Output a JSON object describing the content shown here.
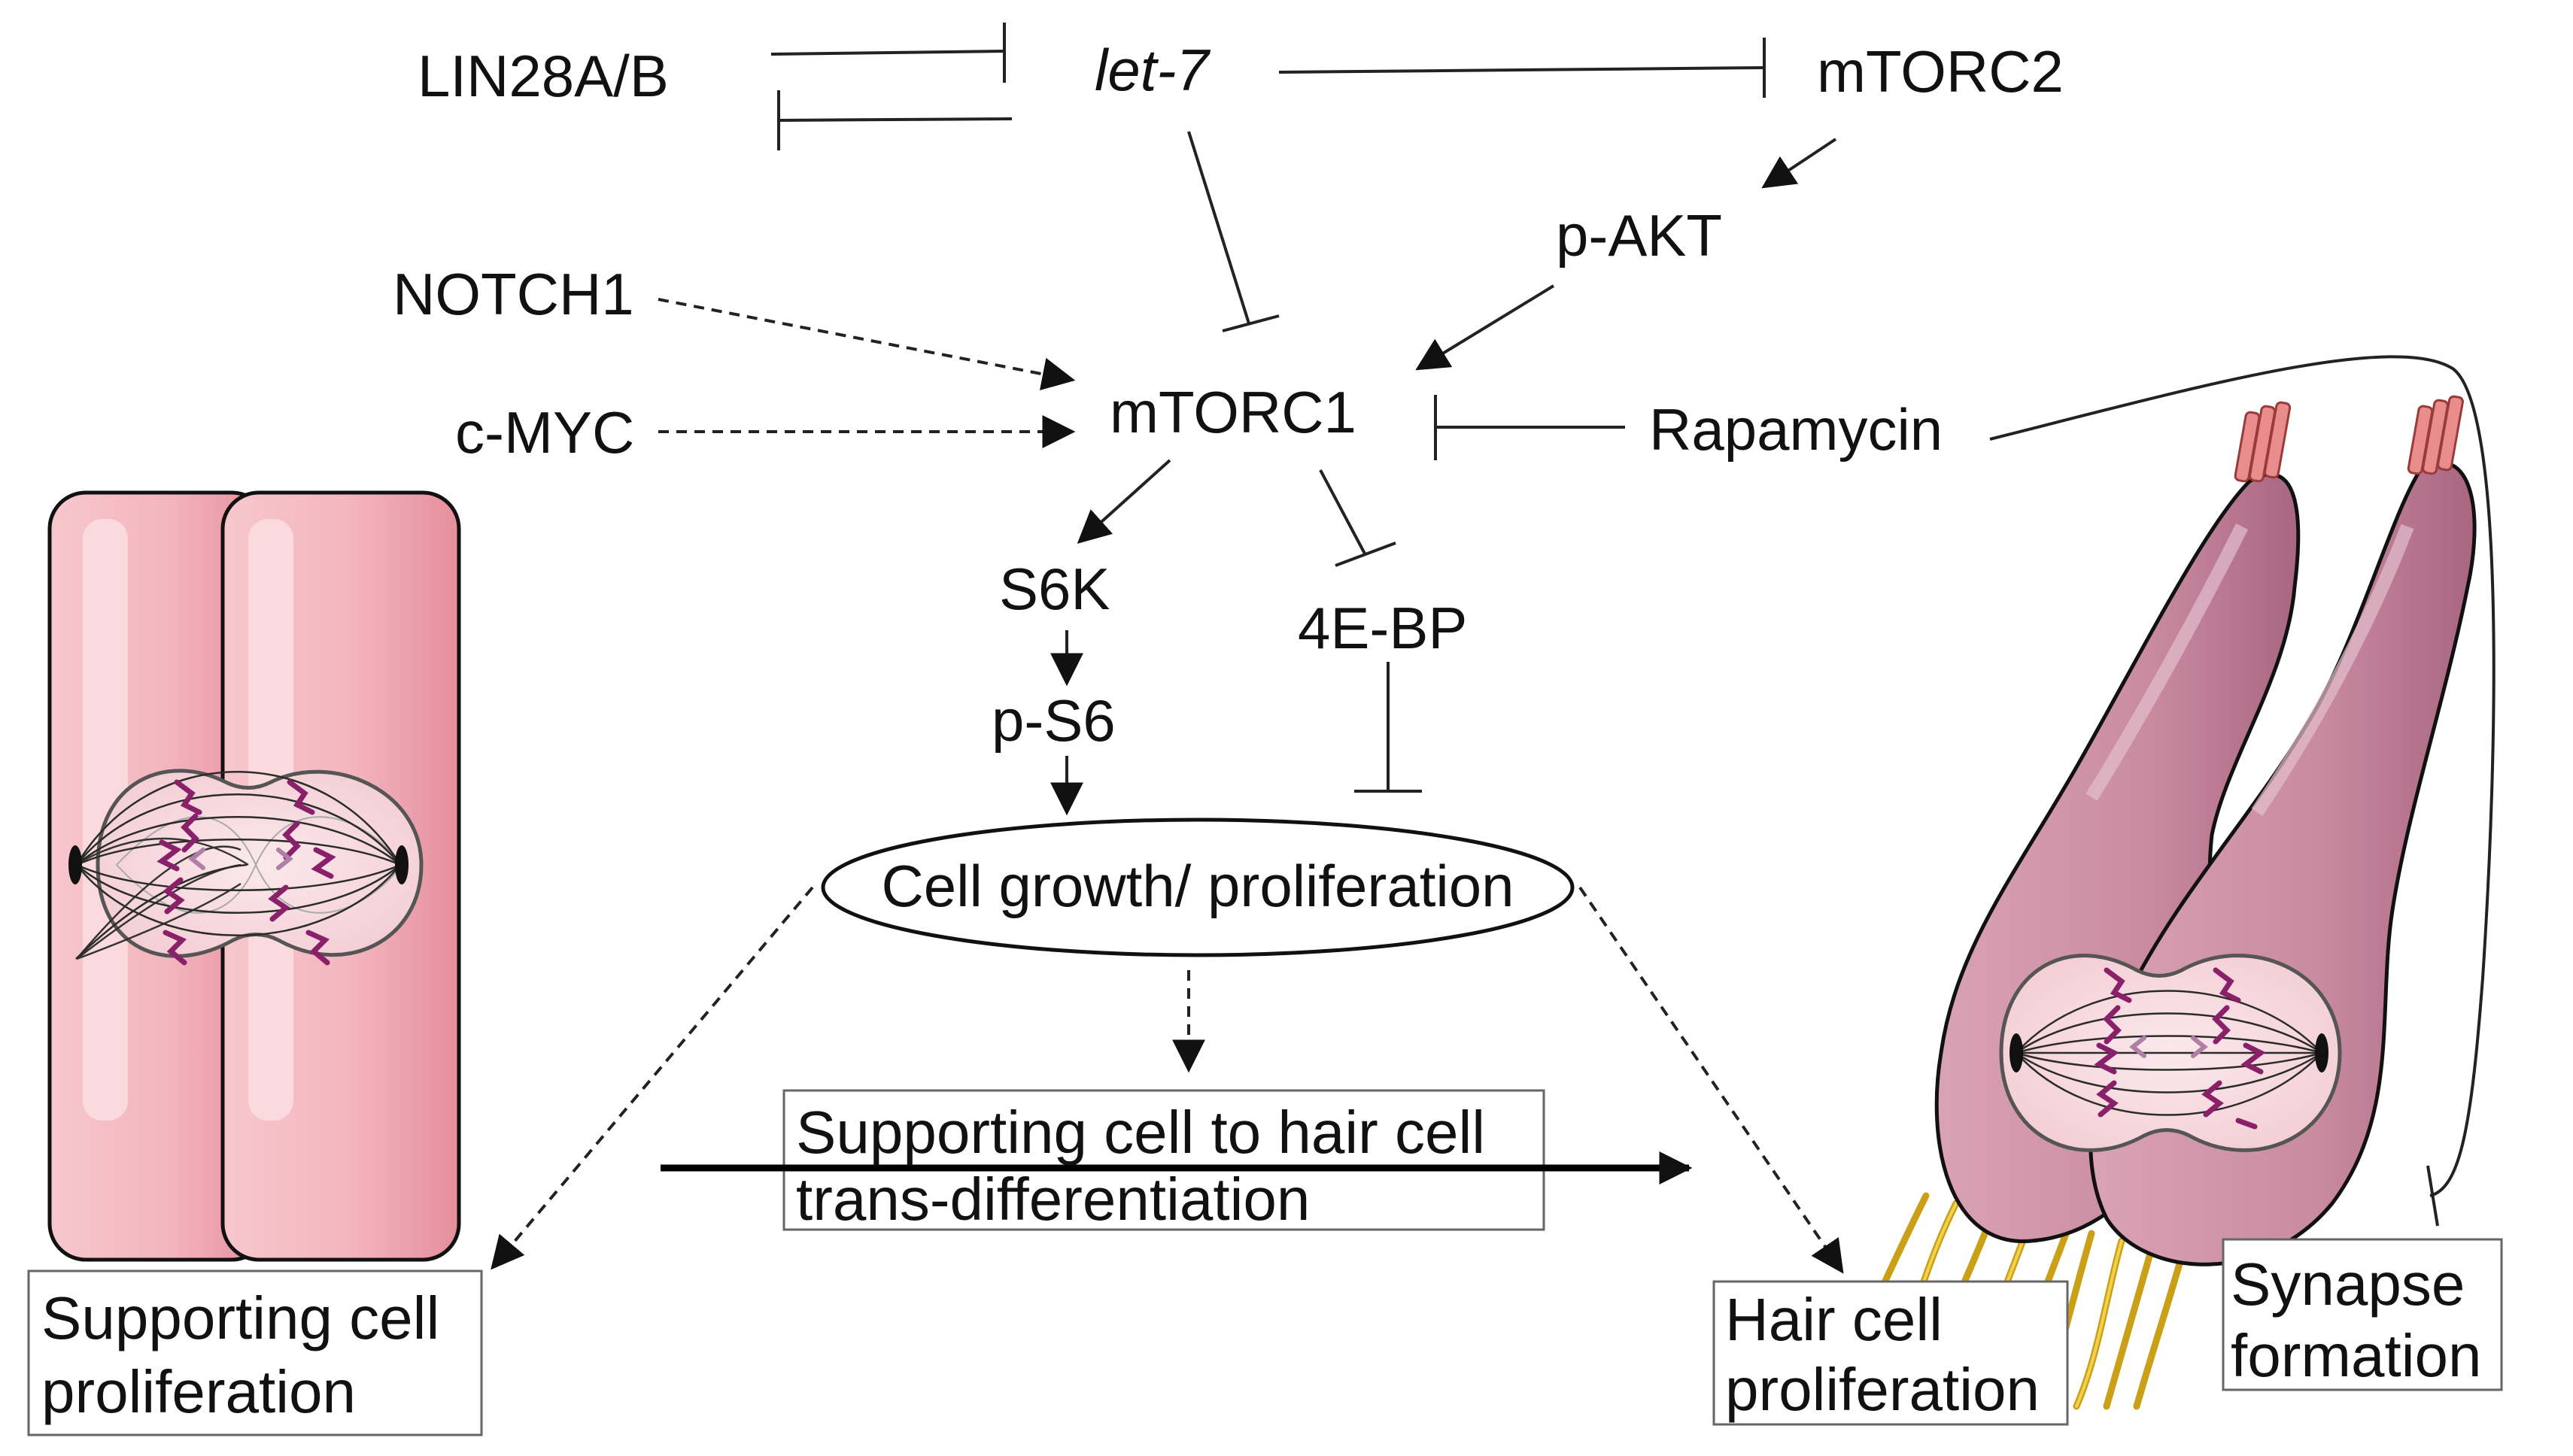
{
  "nodes": {
    "lin28": "LIN28A/B",
    "let7": "let-7",
    "mtorc2": "mTORC2",
    "pakt": "p-AKT",
    "notch1": "NOTCH1",
    "cmyc": "c-MYC",
    "mtorc1": "mTORC1",
    "rapamycin": "Rapamycin",
    "s6k": "S6K",
    "ps6": "p-S6",
    "fourebp": "4E-BP",
    "growth": "Cell growth/ proliferation"
  },
  "boxes": {
    "transdiff_line1": "Supporting cell to hair cell",
    "transdiff_line2": "trans-differentiation",
    "sc_prolif_line1": "Supporting cell",
    "sc_prolif_line2": "proliferation",
    "hc_prolif_line1": "Hair cell",
    "hc_prolif_line2": "proliferation",
    "synapse_line1": "Synapse",
    "synapse_line2": "formation"
  },
  "colors": {
    "supporting_cell": "#f2b8c0",
    "hair_cell": "#c98aa0",
    "chromosome": "#8a1f6a",
    "stereocilia": "#e88c8c",
    "nerve_fiber": "#e8b820"
  }
}
